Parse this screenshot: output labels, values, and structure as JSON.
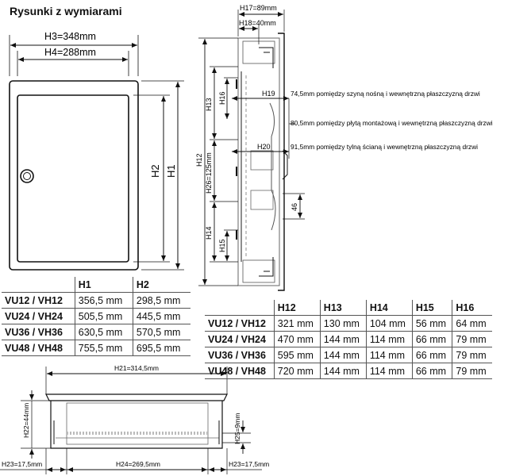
{
  "title": "Rysunki z wymiarami",
  "front_view": {
    "h3": "H3=348mm",
    "h4": "H4=288mm",
    "h1": "H1",
    "h2": "H2"
  },
  "side_view": {
    "h17": "H17=89mm",
    "h18": "H18=40mm",
    "h19": "H19",
    "h20": "H20",
    "h12": "H12",
    "h13": "H13",
    "h16": "H16",
    "h26": "H26=125mm",
    "h14": "H14",
    "h15": "H15",
    "d46": "46",
    "note_1": "74,5mm pomiędzy szyną nośną i wewnętrzną płaszczyzną drzwi",
    "note_2": "80,5mm pomiędzy płytą montażową i wewnętrzną płaszczyzną drzwi",
    "note_3": "91,5mm pomiędzy tylną ścianą i wewnętrzną płaszczyzną drzwi"
  },
  "table1": {
    "headers": [
      "",
      "H1",
      "H2"
    ],
    "rows": [
      [
        "VU12 / VH12",
        "356,5 mm",
        "298,5 mm"
      ],
      [
        "VU24 / VH24",
        "505,5 mm",
        "445,5 mm"
      ],
      [
        "VU36 / VH36",
        "630,5 mm",
        "570,5 mm"
      ],
      [
        "VU48 / VH48",
        "755,5 mm",
        "695,5 mm"
      ]
    ]
  },
  "table2": {
    "headers": [
      "",
      "H12",
      "H13",
      "H14",
      "H15",
      "H16"
    ],
    "rows": [
      [
        "VU12 / VH12",
        "321 mm",
        "130 mm",
        "104 mm",
        "56 mm",
        "64 mm"
      ],
      [
        "VU24 / VH24",
        "470 mm",
        "144 mm",
        "114 mm",
        "66 mm",
        "79 mm"
      ],
      [
        "VU36 / VH36",
        "595 mm",
        "144 mm",
        "114 mm",
        "66 mm",
        "79 mm"
      ],
      [
        "VU48 / VH48",
        "720 mm",
        "144 mm",
        "114 mm",
        "66 mm",
        "79 mm"
      ]
    ]
  },
  "bottom_view": {
    "h21": "H21=314,5mm",
    "h22": "H22=44mm",
    "h25": "H25=9mm",
    "h23_left": "H23=17,5mm",
    "h24": "H24=269,5mm",
    "h23_right": "H23=17,5mm"
  }
}
